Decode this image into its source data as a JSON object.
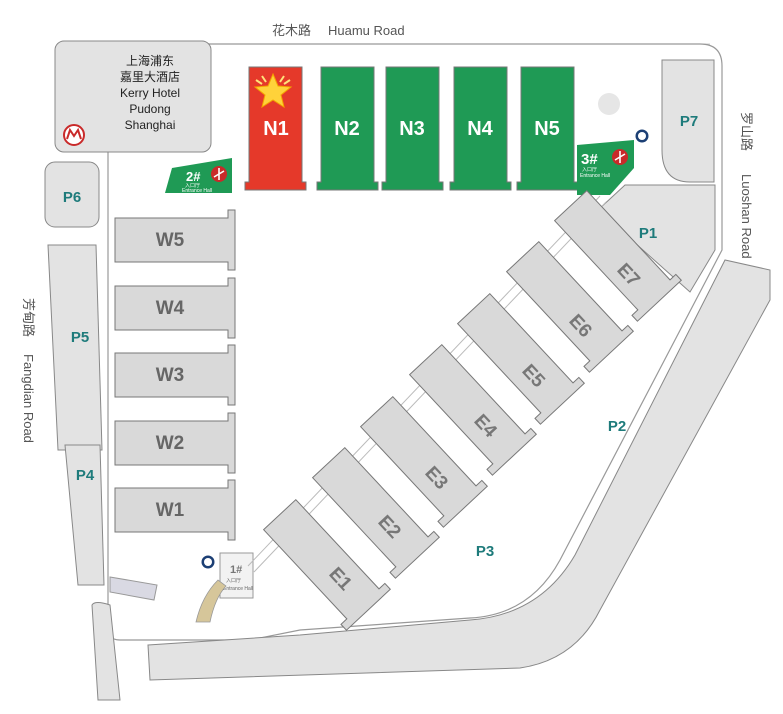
{
  "roads": {
    "north_cn": "花木路",
    "north_en": "Huamu Road",
    "east_cn": "罗山路",
    "east_en": "Luoshan Road",
    "west_cn": "芳甸路",
    "west_en": "Fangdian Road"
  },
  "hotel": {
    "line1": "上海浦东",
    "line2": "嘉里大酒店",
    "line3": "Kerry Hotel",
    "line4": "Pudong",
    "line5": "Shanghai"
  },
  "north_halls": [
    "N1",
    "N2",
    "N3",
    "N4",
    "N5"
  ],
  "west_halls": [
    "W5",
    "W4",
    "W3",
    "W2",
    "W1"
  ],
  "east_halls": [
    "E1",
    "E2",
    "E3",
    "E4",
    "E5",
    "E6",
    "E7"
  ],
  "parking": {
    "p1": "P1",
    "p2": "P2",
    "p3": "P3",
    "p4": "P4",
    "p5": "P5",
    "p6": "P6",
    "p7": "P7"
  },
  "entrances": {
    "e1_num": "1#",
    "e1_cn": "入口厅",
    "e1_en": "Entrance Hall",
    "e2_num": "2#",
    "e2_cn": "入口厅",
    "e2_en": "Entrance Hall",
    "e3_num": "3#",
    "e3_cn": "入口厅",
    "e3_en": "Entrance Hall"
  },
  "colors": {
    "highlight_hall": "#e5392a",
    "north_hall": "#1f9a55",
    "entrance_green": "#1f9a55",
    "parking_label": "#1e7b7b",
    "metro_red": "#c92a2a"
  },
  "icons": [
    "star-icon",
    "metro-icon",
    "info-icon",
    "escalator-icon"
  ]
}
